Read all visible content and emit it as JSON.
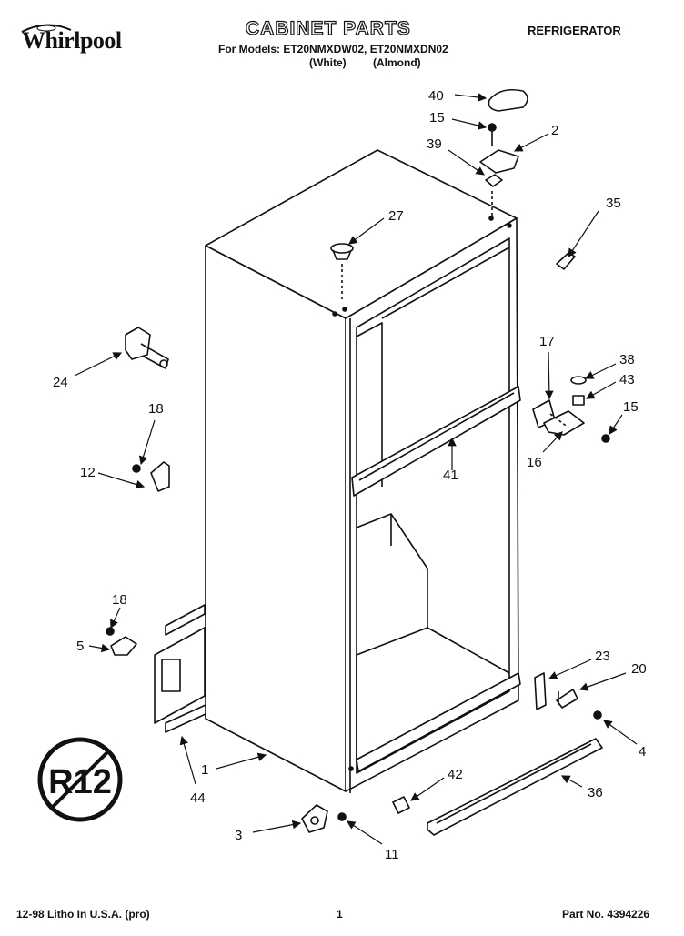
{
  "header": {
    "brand": "Whirlpool",
    "title": "CABINET PARTS",
    "models_line": "For Models: ET20NMXDW02, ET20NMXDN02",
    "variant_white": "(White)",
    "variant_almond": "(Almond)",
    "appliance": "REFRIGERATOR"
  },
  "footer": {
    "litho": "12-98 Litho In U.S.A. (pro)",
    "page": "1",
    "part_no": "Part No. 4394226"
  },
  "badge": {
    "text": "R12"
  },
  "callouts": [
    {
      "id": "c40",
      "label": "40"
    },
    {
      "id": "c15a",
      "label": "15"
    },
    {
      "id": "c2",
      "label": "2"
    },
    {
      "id": "c39",
      "label": "39"
    },
    {
      "id": "c27",
      "label": "27"
    },
    {
      "id": "c35",
      "label": "35"
    },
    {
      "id": "c24",
      "label": "24"
    },
    {
      "id": "c18a",
      "label": "18"
    },
    {
      "id": "c12",
      "label": "12"
    },
    {
      "id": "c17",
      "label": "17"
    },
    {
      "id": "c38",
      "label": "38"
    },
    {
      "id": "c43",
      "label": "43"
    },
    {
      "id": "c15b",
      "label": "15"
    },
    {
      "id": "c16",
      "label": "16"
    },
    {
      "id": "c41",
      "label": "41"
    },
    {
      "id": "c18b",
      "label": "18"
    },
    {
      "id": "c5",
      "label": "5"
    },
    {
      "id": "c23",
      "label": "23"
    },
    {
      "id": "c20",
      "label": "20"
    },
    {
      "id": "c4",
      "label": "4"
    },
    {
      "id": "c1",
      "label": "1"
    },
    {
      "id": "c44",
      "label": "44"
    },
    {
      "id": "c42",
      "label": "42"
    },
    {
      "id": "c36",
      "label": "36"
    },
    {
      "id": "c3",
      "label": "3"
    },
    {
      "id": "c11",
      "label": "11"
    }
  ]
}
